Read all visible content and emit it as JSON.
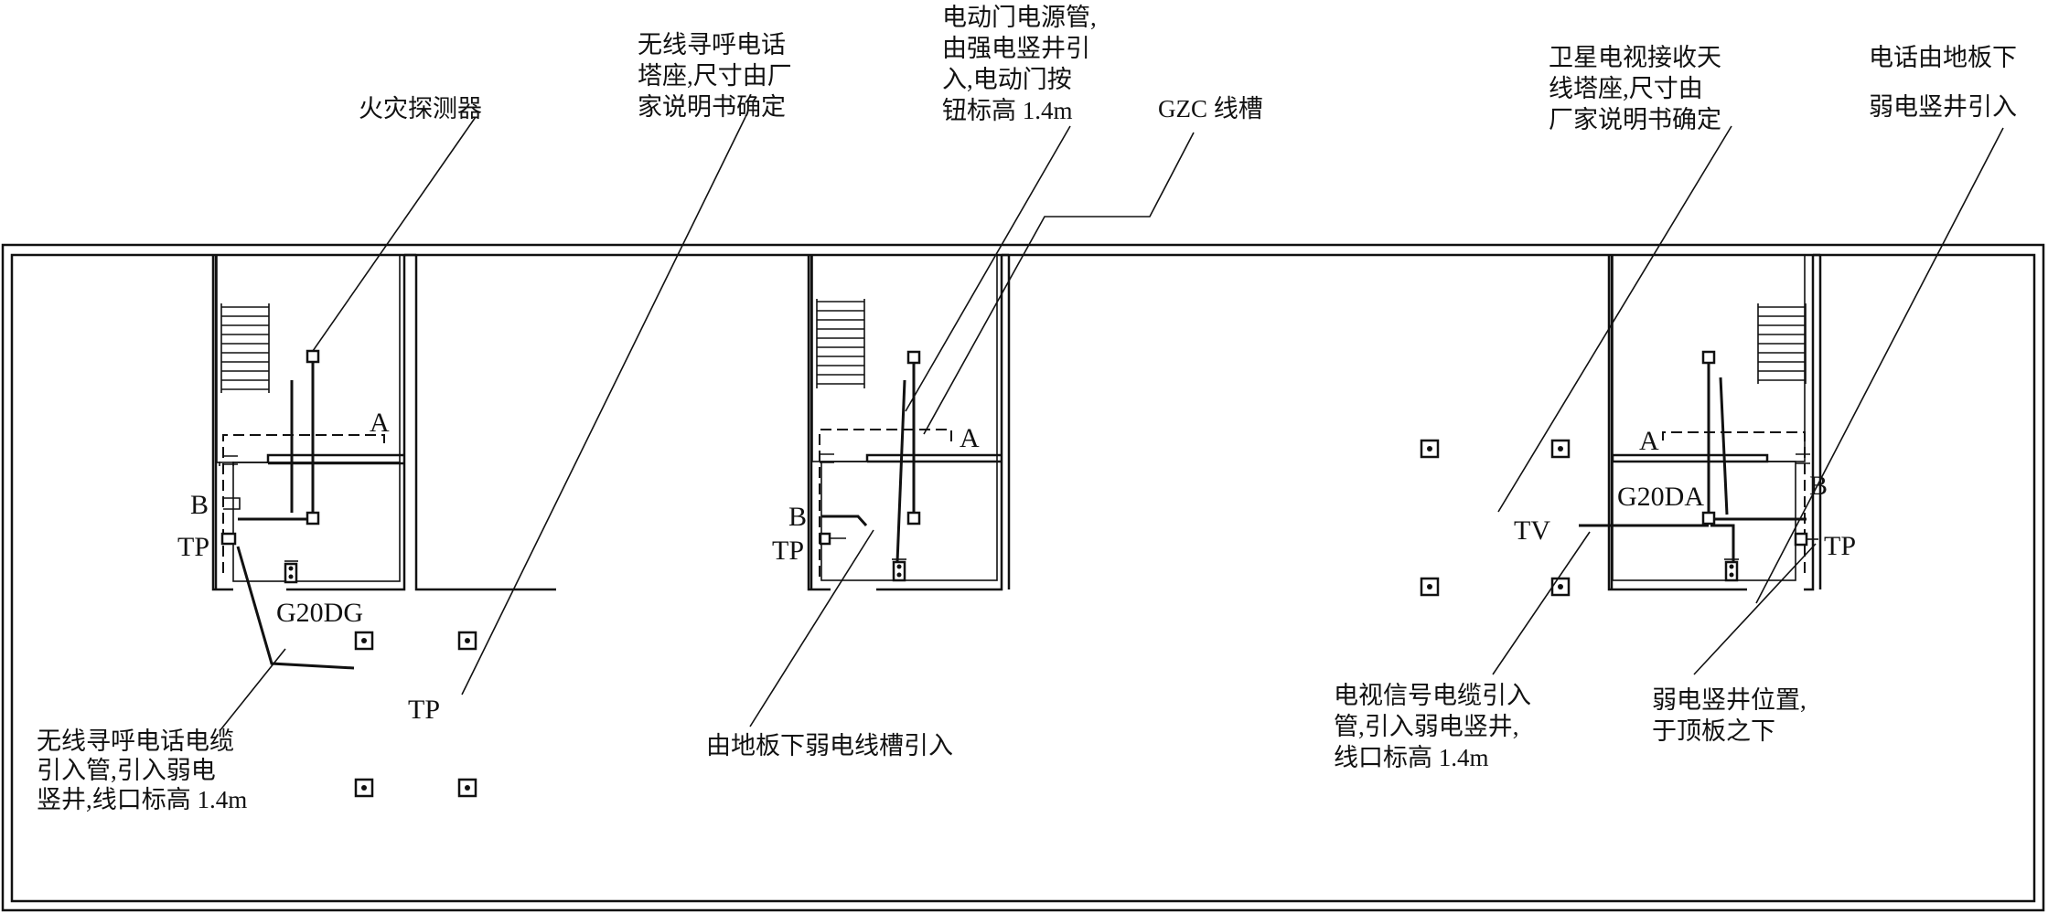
{
  "annotations": {
    "fire_detector": "火灾探测器",
    "pager_outlet": [
      "无线寻呼电话",
      "塔座,尺寸由厂",
      "家说明书确定"
    ],
    "door_power": [
      "电动门电源管,",
      "由强电竖井引",
      "入,电动门按",
      "钮标高 1.4m"
    ],
    "gzc_trough": "GZC 线槽",
    "sat_tv": [
      "卫星电视接收天",
      "线塔座,尺寸由",
      "厂家说明书确定"
    ],
    "phone_floor": [
      "电话由地板下",
      "弱电竖井引入"
    ],
    "pager_cable": [
      "无线寻呼电话电缆",
      "引入管,引入弱电",
      "竖井,线口标高 1.4m"
    ],
    "floor_trough": "由地板下弱电线槽引入",
    "tv_cable": [
      "电视信号电缆引入",
      "管,引入弱电竖井,",
      "线口标高 1.4m"
    ],
    "shaft_position": [
      "弱电竖井位置,",
      "于顶板之下"
    ]
  },
  "labels": {
    "a": "A",
    "b": "B",
    "tp": "TP",
    "tv": "TV",
    "g20dg": "G20DG",
    "g20da": "G20DA"
  }
}
